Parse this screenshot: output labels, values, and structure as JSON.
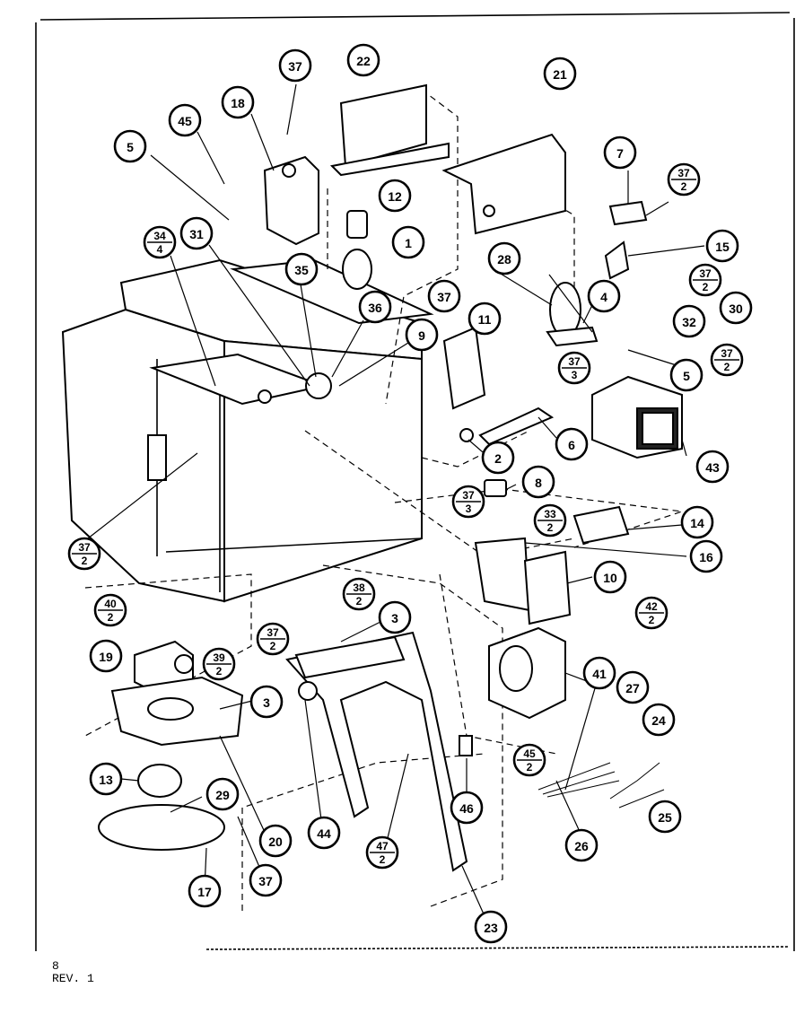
{
  "callouts": [
    {
      "id": "c1",
      "label": "1"
    },
    {
      "id": "c2",
      "label": "2"
    },
    {
      "id": "c3a",
      "label": "3"
    },
    {
      "id": "c3b",
      "label": "3"
    },
    {
      "id": "c4",
      "label": "4"
    },
    {
      "id": "c5a",
      "label": "5"
    },
    {
      "id": "c5b",
      "label": "5"
    },
    {
      "id": "c6",
      "label": "6"
    },
    {
      "id": "c7",
      "label": "7"
    },
    {
      "id": "c8",
      "label": "8"
    },
    {
      "id": "c9",
      "label": "9"
    },
    {
      "id": "c10",
      "label": "10"
    },
    {
      "id": "c11",
      "label": "11"
    },
    {
      "id": "c12",
      "label": "12"
    },
    {
      "id": "c13",
      "label": "13"
    },
    {
      "id": "c14",
      "label": "14"
    },
    {
      "id": "c15",
      "label": "15"
    },
    {
      "id": "c16",
      "label": "16"
    },
    {
      "id": "c17",
      "label": "17"
    },
    {
      "id": "c18",
      "label": "18"
    },
    {
      "id": "c19",
      "label": "19"
    },
    {
      "id": "c20",
      "label": "20"
    },
    {
      "id": "c21",
      "label": "21"
    },
    {
      "id": "c22",
      "label": "22"
    },
    {
      "id": "c23",
      "label": "23"
    },
    {
      "id": "c24",
      "label": "24"
    },
    {
      "id": "c25",
      "label": "25"
    },
    {
      "id": "c26",
      "label": "26"
    },
    {
      "id": "c27",
      "label": "27"
    },
    {
      "id": "c28",
      "label": "28"
    },
    {
      "id": "c29",
      "label": "29"
    },
    {
      "id": "c30",
      "label": "30"
    },
    {
      "id": "c31",
      "label": "31"
    },
    {
      "id": "c32",
      "label": "32"
    },
    {
      "id": "c35",
      "label": "35"
    },
    {
      "id": "c36",
      "label": "36"
    },
    {
      "id": "c37a",
      "label": "37"
    },
    {
      "id": "c37b",
      "label": "37"
    },
    {
      "id": "c37c",
      "label": "37"
    },
    {
      "id": "c41",
      "label": "41"
    },
    {
      "id": "c43",
      "label": "43"
    },
    {
      "id": "c44",
      "label": "44"
    },
    {
      "id": "c45a",
      "label": "45"
    },
    {
      "id": "c46",
      "label": "46"
    }
  ],
  "fraction_callouts": [
    {
      "id": "f34_4",
      "num": "34",
      "den": "4"
    },
    {
      "id": "f37_2a",
      "num": "37",
      "den": "2"
    },
    {
      "id": "f37_2b",
      "num": "37",
      "den": "2"
    },
    {
      "id": "f37_2c",
      "num": "37",
      "den": "2"
    },
    {
      "id": "f37_2d",
      "num": "37",
      "den": "2"
    },
    {
      "id": "f37_2e",
      "num": "37",
      "den": "2"
    },
    {
      "id": "f37_3a",
      "num": "37",
      "den": "3"
    },
    {
      "id": "f37_3b",
      "num": "37",
      "den": "3"
    },
    {
      "id": "f33_2",
      "num": "33",
      "den": "2"
    },
    {
      "id": "f38_2",
      "num": "38",
      "den": "2"
    },
    {
      "id": "f39_2",
      "num": "39",
      "den": "2"
    },
    {
      "id": "f40_2",
      "num": "40",
      "den": "2"
    },
    {
      "id": "f42_2",
      "num": "42",
      "den": "2"
    },
    {
      "id": "f45_2",
      "num": "45",
      "den": "2"
    },
    {
      "id": "f47_2",
      "num": "47",
      "den": "2"
    }
  ],
  "footer": {
    "page_number": "8",
    "revision": "REV. 1"
  }
}
